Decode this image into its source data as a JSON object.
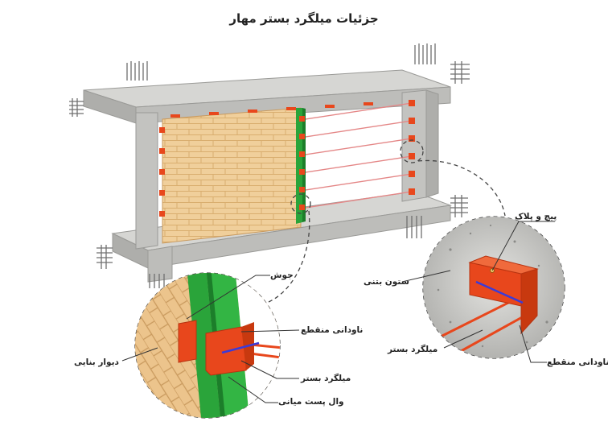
{
  "title": "جزئیات میلگرد بستر مهار",
  "colors": {
    "concrete": "#c9c9c6",
    "brick": "#f0cf9b",
    "green_post": "#2aa43a",
    "red_angle": "#e8471c",
    "rebar": "#e86a6a",
    "blue_bolt": "#3b3bd8"
  },
  "labels": {
    "pich_va_pelak": "پیچ و پلاک",
    "sotoon_botoni": "ستون بتنی",
    "navdani_monghate_right": "ناودانی منقطع",
    "milgerd_bastar_right": "میلگرد بستر",
    "jooshe": "جوش",
    "navdani_monghate_left": "ناودانی منقطع",
    "milgerd_bastar_left": "میلگرد بستر",
    "divar_banaei": "دیوار بنایی",
    "val_post_miani": "وال پست میانی"
  }
}
